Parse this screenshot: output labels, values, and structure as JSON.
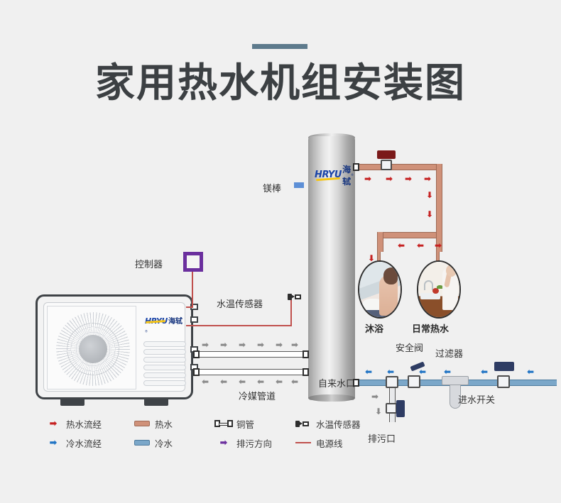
{
  "header": {
    "title": "家用热水机组安装图",
    "accent_color": "#5d7a8c"
  },
  "brand": {
    "latin": "HRYU",
    "chinese": "海轼",
    "registered": "®"
  },
  "diagram": {
    "labels": {
      "magnesium_rod": "镁棒",
      "controller": "控制器",
      "water_temp_sensor": "水温传感器",
      "refrigerant_pipe": "冷媒管道",
      "tap_water_inlet": "自来水口",
      "safety_valve": "安全阀",
      "filter": "过滤器",
      "inlet_switch": "进水开关",
      "drain_outlet": "排污口"
    },
    "photos": [
      {
        "caption": "沐浴",
        "name": "shower"
      },
      {
        "caption": "日常热水",
        "name": "daily-hot-water"
      }
    ]
  },
  "legend": {
    "items": [
      {
        "label": "热水流经",
        "icon": "arrow-right",
        "color": "#c62222"
      },
      {
        "label": "热水",
        "icon": "bar",
        "color": "#cf9179"
      },
      {
        "label": "铜管",
        "icon": "pipe",
        "color": "#2e2e2e"
      },
      {
        "label": "水温传感器",
        "icon": "sensor",
        "color": "#2e2e2e"
      },
      {
        "label": "冷水流经",
        "icon": "arrow-right",
        "color": "#1f73c4"
      },
      {
        "label": "冷水",
        "icon": "bar",
        "color": "#7ba7c9"
      },
      {
        "label": "排污方向",
        "icon": "arrow-right",
        "color": "#6b2f9e"
      },
      {
        "label": "电源线",
        "icon": "line",
        "color": "#c0504d"
      }
    ]
  },
  "colors": {
    "background": "#f0f0f0",
    "hot_water": "#cf9179",
    "cold_water": "#7ba7c9",
    "hot_arrow": "#c62222",
    "cold_arrow": "#1f73c4",
    "drain_arrow": "#6b2f9e",
    "power_line": "#c0504d",
    "controller_border": "#6b2f9e",
    "title_text": "#3c4043"
  }
}
